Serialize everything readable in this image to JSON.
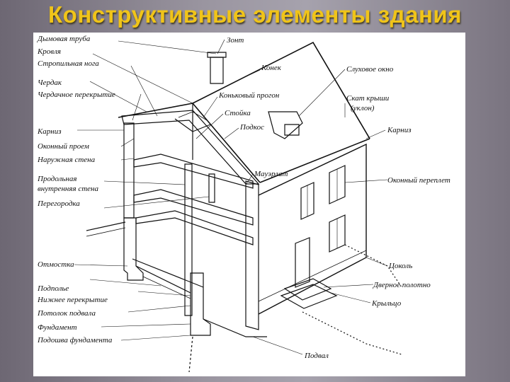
{
  "title": "Конструктивные элементы здания",
  "labels": {
    "chimney": "Дымовая труба",
    "roof": "Кровля",
    "rafter_leg": "Стропильная нога",
    "attic": "Чердак",
    "attic_floor": "Чердачное перекрытие",
    "eaves_left": "Карниз",
    "window_opening": "Оконный проем",
    "outer_wall": "Наружная стена",
    "inner_wall_1": "Продольная",
    "inner_wall_2": "внутренняя стена",
    "partition": "Перегородка",
    "blind_area": "Отмостка",
    "crawl_space": "Подполье",
    "lower_floor": "Нижнее перекрытие",
    "basement_ceiling": "Потолок подвала",
    "foundation": "Фундамент",
    "foundation_base": "Подошва фундамента",
    "umbrella": "Зонт",
    "ridge": "Конек",
    "ridge_purlin": "Коньковый прогон",
    "post": "Стойка",
    "strut": "Подкос",
    "mauerlat": "Мауэрлат",
    "dormer": "Слуховое окно",
    "roof_slope_1": "Скат крыши",
    "roof_slope_2": "(уклон)",
    "eaves_right": "Карниз",
    "window_sash": "Оконный переплет",
    "plinth": "Цоколь",
    "door_leaf": "Дверное полотно",
    "porch": "Крыльцо",
    "basement": "Подвал"
  }
}
